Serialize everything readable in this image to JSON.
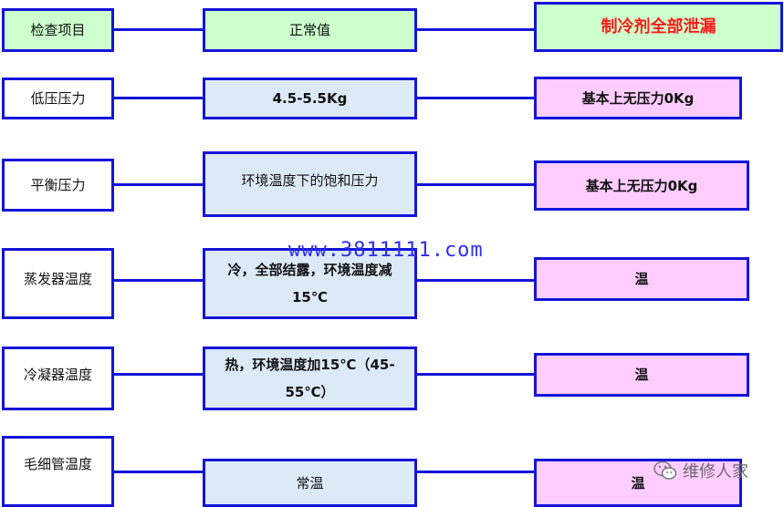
{
  "columns": {
    "item": "检查项目",
    "normal": "正常值",
    "fault": "制冷剂全部泄漏"
  },
  "rows": [
    {
      "item": "低压压力",
      "normal": "4.5-5.5Kg",
      "fault": "基本上无压力0Kg"
    },
    {
      "item": "平衡压力",
      "normal": "环境温度下的饱和压力",
      "fault": "基本上无压力0Kg"
    },
    {
      "item": "蒸发器温度",
      "normal": "冷，全部结露，环境温度减15℃",
      "fault": "温"
    },
    {
      "item": "冷凝器温度",
      "normal": "热，环境温度加15℃（45-55℃）",
      "fault": "温"
    },
    {
      "item": "毛细管温度",
      "normal": "常温",
      "fault": "温"
    }
  ],
  "watermark": "www.3811111.com",
  "brand": "维修人家",
  "icons": {
    "brand": "wechat-icon"
  },
  "colors": {
    "border": "#1414d8",
    "header_fill": "#ccffcc",
    "normal_fill": "#dce9f7",
    "fault_fill": "#ffccff",
    "fault_header_text": "#ff1a1a"
  }
}
